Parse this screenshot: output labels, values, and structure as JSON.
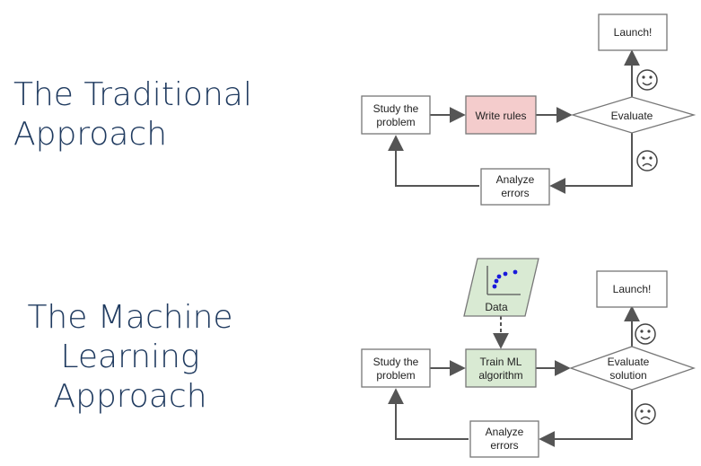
{
  "headings": {
    "traditional": [
      "The Traditional",
      "Approach"
    ],
    "ml": [
      "The Machine",
      "Learning",
      "Approach"
    ]
  },
  "traditional": {
    "study": [
      "Study the",
      "problem"
    ],
    "write_rules": [
      "Write rules"
    ],
    "evaluate": [
      "Evaluate"
    ],
    "launch": [
      "Launch!"
    ],
    "analyze": [
      "Analyze",
      "errors"
    ]
  },
  "ml": {
    "data": [
      "Data"
    ],
    "study": [
      "Study the",
      "problem"
    ],
    "train": [
      "Train ML",
      "algorithm"
    ],
    "evaluate": [
      "Evaluate",
      "solution"
    ],
    "launch": [
      "Launch!"
    ],
    "analyze": [
      "Analyze",
      "errors"
    ]
  },
  "colors": {
    "write_rules_fill": "#f4cccc",
    "train_fill": "#d9ead3",
    "data_fill": "#d9ead3",
    "box_stroke": "#777777",
    "arrow": "#555555",
    "heading": "#1f3a5f",
    "scatter_points": "#1a1adb"
  },
  "icons": {
    "happy": "smiley-face-icon",
    "sad": "frowning-face-icon"
  }
}
